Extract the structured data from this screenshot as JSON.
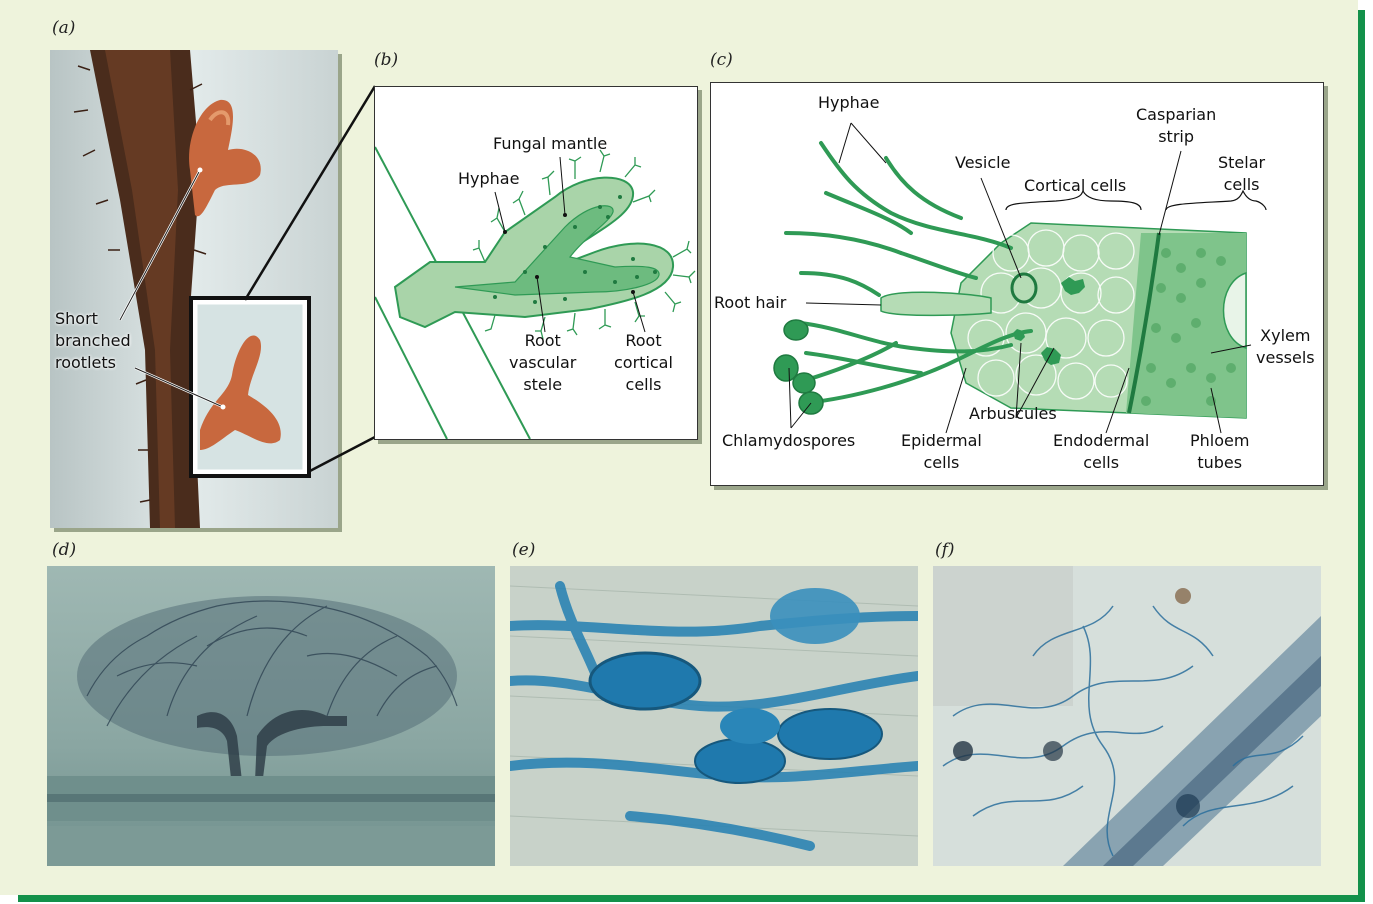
{
  "panel_letters": {
    "a": "(a)",
    "b": "(b)",
    "c": "(c)",
    "d": "(d)",
    "e": "(e)",
    "f": "(f)"
  },
  "panel_a": {
    "label_line1": "Short",
    "label_line2": "branched",
    "label_line3": "rootlets"
  },
  "panel_b": {
    "fungal_mantle": "Fungal mantle",
    "hyphae": "Hyphae",
    "root_vascular_stele": [
      "Root",
      "vascular",
      "stele"
    ],
    "root_cortical_cells": [
      "Root",
      "cortical",
      "cells"
    ]
  },
  "panel_c": {
    "hyphae": "Hyphae",
    "vesicle": "Vesicle",
    "cortical_cells": "Cortical cells",
    "casparian_strip": [
      "Casparian",
      "strip"
    ],
    "stelar_cells": [
      "Stelar",
      "cells"
    ],
    "root_hair": "Root hair",
    "xylem_vessels": [
      "Xylem",
      "vessels"
    ],
    "arbuscules": "Arbuscules",
    "chlamydospores": "Chlamydospores",
    "epidermal_cells": [
      "Epidermal",
      "cells"
    ],
    "endodermal_cells": [
      "Endodermal",
      "cells"
    ],
    "phloem_tubes": [
      "Phloem",
      "tubes"
    ]
  },
  "colors": {
    "frame_bg": "#eef3dc",
    "accent_green": "#13914a",
    "diagram_green": "#2f9a55",
    "tissue_green": "#9fcf9f"
  }
}
